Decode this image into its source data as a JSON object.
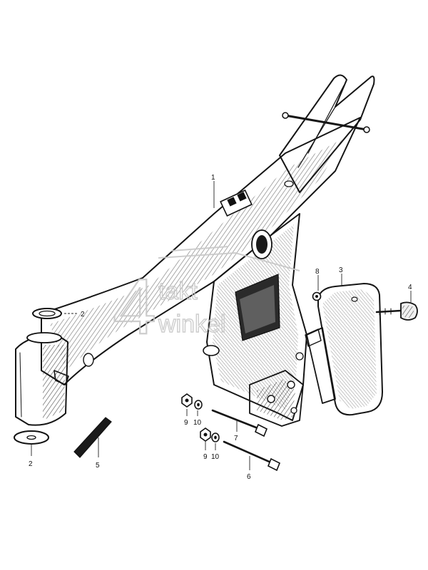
{
  "diagram": {
    "watermark": {
      "digit": "4",
      "line1": "takt",
      "line2": "winkel"
    },
    "callouts": [
      {
        "id": "1",
        "label": "1"
      },
      {
        "id": "2a",
        "label": "2"
      },
      {
        "id": "2b",
        "label": "2"
      },
      {
        "id": "3",
        "label": "3"
      },
      {
        "id": "4",
        "label": "4"
      },
      {
        "id": "5",
        "label": "5"
      },
      {
        "id": "6",
        "label": "6"
      },
      {
        "id": "7",
        "label": "7"
      },
      {
        "id": "8",
        "label": "8"
      },
      {
        "id": "9a",
        "label": "9"
      },
      {
        "id": "9b",
        "label": "9"
      },
      {
        "id": "10a",
        "label": "10"
      },
      {
        "id": "10b",
        "label": "10"
      }
    ]
  }
}
